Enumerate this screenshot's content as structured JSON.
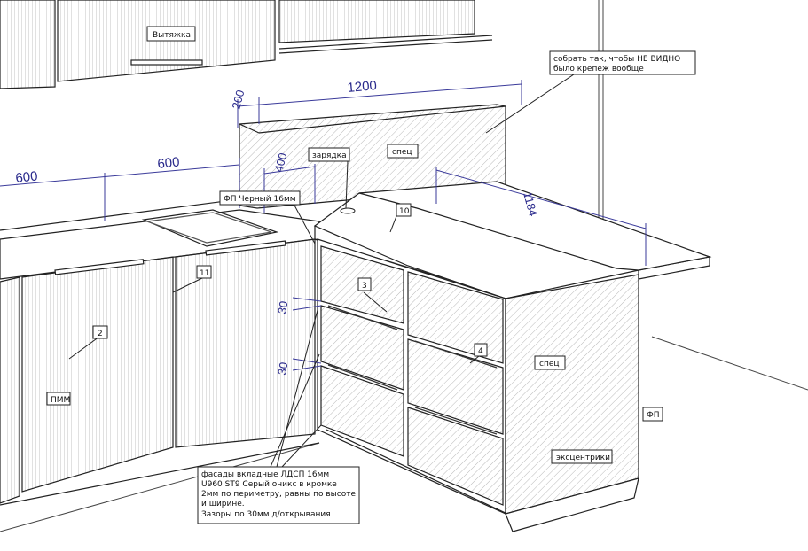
{
  "labels": {
    "hood": "Вытяжка",
    "charging": "зарядка",
    "spec_top": "спец",
    "spec_side": "спец",
    "fp_black": "ФП Черный 16мм",
    "fp_right": "ФП",
    "pmm": "ПММ",
    "eccentric": "эксцентрики"
  },
  "numbers": {
    "n2": "2",
    "n3": "3",
    "n4": "4",
    "n10": "10",
    "n11": "11"
  },
  "dimensions": {
    "d200": "200",
    "d1200": "1200",
    "d600a": "600",
    "d600b": "600",
    "d400": "400",
    "d1184": "1184",
    "d30a": "30",
    "d30b": "30"
  },
  "notes": {
    "top_right": [
      "собрать так, чтобы НЕ ВИДНО",
      "было крепеж вообще"
    ],
    "bottom": [
      "фасады вкладные ЛДСП 16мм",
      "U960 ST9 Серый оникс в кромке",
      "2мм по периметру, равны по высоте",
      "и ширине.",
      "Зазоры по 30мм д/открывания"
    ]
  },
  "colors": {
    "line": "#222222",
    "dimension": "#3a3a9a",
    "hatch": "#9a9a9a"
  }
}
